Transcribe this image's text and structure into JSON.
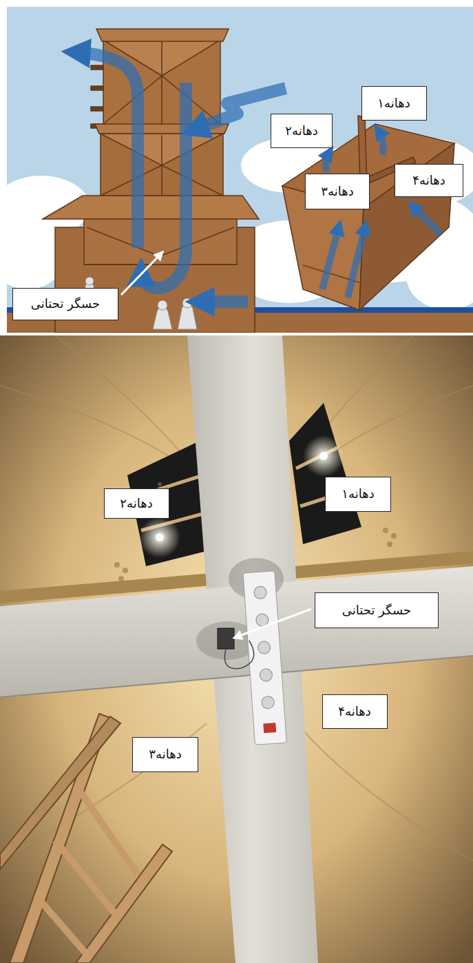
{
  "diagram": {
    "nodes": [
      {
        "text": [
          "دهانه۱"
        ]
      },
      {
        "text": [
          "دهانه۲"
        ]
      },
      {
        "text": [
          "دهانه۴"
        ]
      },
      {
        "text": [
          "دهانه۳"
        ]
      },
      {
        "text": [
          "حسگر تحتانی"
        ]
      },
      {
        "text": [
          "دهانه۱"
        ]
      },
      {
        "text": [
          "دهانه۲"
        ]
      },
      {
        "text": [
          "حسگر تحتانی"
        ]
      },
      {
        "text": [
          "دهانه۴"
        ]
      },
      {
        "text": [
          "دهانه۳"
        ]
      }
    ]
  }
}
